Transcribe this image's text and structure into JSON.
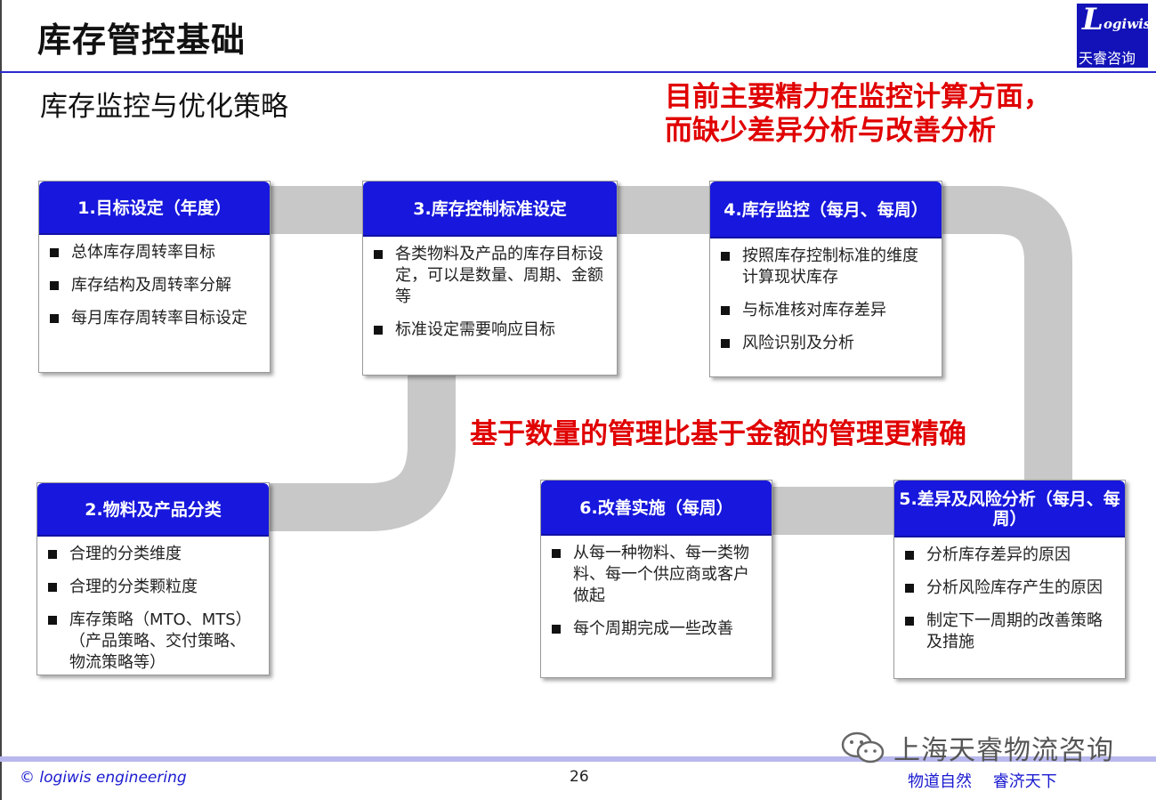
{
  "header": {
    "title": "库存管控基础",
    "logo_initial": "L",
    "logo_word": "ogiwis",
    "logo_cn": "天睿咨询"
  },
  "subtitle": "库存监控与优化策略",
  "notes": {
    "top_line1": "目前主要精力在监控计算方面，",
    "top_line2": "而缺少差异分析与改善分析",
    "middle": "基于数量的管理比基于金额的管理更精确"
  },
  "colors": {
    "header_blue": "#1717dd",
    "note_red": "#e00000",
    "flow_grey": "#c8c8c8"
  },
  "steps": [
    {
      "title": "1.目标设定（年度）",
      "items": [
        "总体库存周转率目标",
        "库存结构及周转率分解",
        "每月库存周转率目标设定"
      ]
    },
    {
      "title": "2.物料及产品分类",
      "items": [
        "合理的分类维度",
        "合理的分类颗粒度",
        "库存策略（MTO、MTS）（产品策略、交付策略、物流策略等）"
      ]
    },
    {
      "title": "3.库存控制标准设定",
      "items": [
        "各类物料及产品的库存目标设定，可以是数量、周期、金额等",
        "标准设定需要响应目标"
      ]
    },
    {
      "title": "4.库存监控（每月、每周）",
      "items": [
        "按照库存控制标准的维度计算现状库存",
        "与标准核对库存差异",
        " 风险识别及分析"
      ]
    },
    {
      "title": "5.差异及风险分析（每月、每周）",
      "items": [
        "分析库存差异的原因",
        "分析风险库存产生的原因",
        "制定下一周期的改善策略及措施"
      ]
    },
    {
      "title": "6.改善实施（每周）",
      "items": [
        "从每一种物料、每一类物料、每一个供应商或客户做起",
        "每个周期完成一些改善"
      ]
    }
  ],
  "footer": {
    "copyright": "© logiwis engineering",
    "page_number": "26",
    "slogan": "物道自然 睿济天下",
    "wechat_account": "上海天睿物流咨询",
    "wechat_icon": "wechat-icon"
  }
}
